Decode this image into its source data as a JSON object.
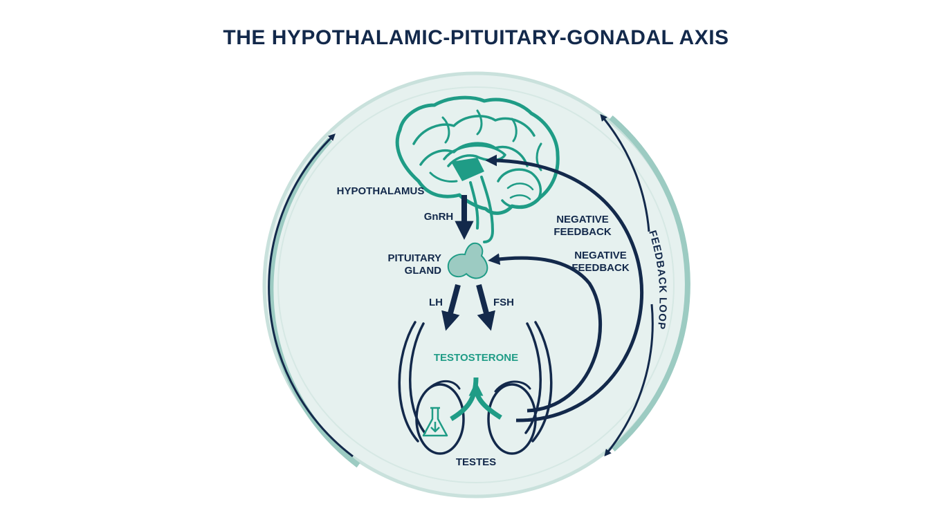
{
  "title": "THE HYPOTHALAMIC-PITUITARY-GONADAL AXIS",
  "labels": {
    "hypothalamus": "HYPOTHALAMUS",
    "gnrh": "GnRH",
    "pituitary_line1": "PITUITARY",
    "pituitary_line2": "GLAND",
    "lh": "LH",
    "fsh": "FSH",
    "testosterone": "TESTOSTERONE",
    "testes": "TESTES",
    "feedback1_line1": "NEGATIVE",
    "feedback1_line2": "FEEDBACK",
    "feedback2_line1": "NEGATIVE",
    "feedback2_line2": "FEEDBACK",
    "feedback_loop": "FEEDBACK LOOP"
  },
  "colors": {
    "navy": "#13294b",
    "teal": "#1f9c86",
    "teal_light": "#9ccbc2",
    "circle_fill": "#e6f1ef",
    "circle_ring": "#c9e1dc"
  },
  "icons": [
    "brain-icon",
    "pituitary-gland-icon",
    "testes-icon",
    "flask-icon"
  ]
}
